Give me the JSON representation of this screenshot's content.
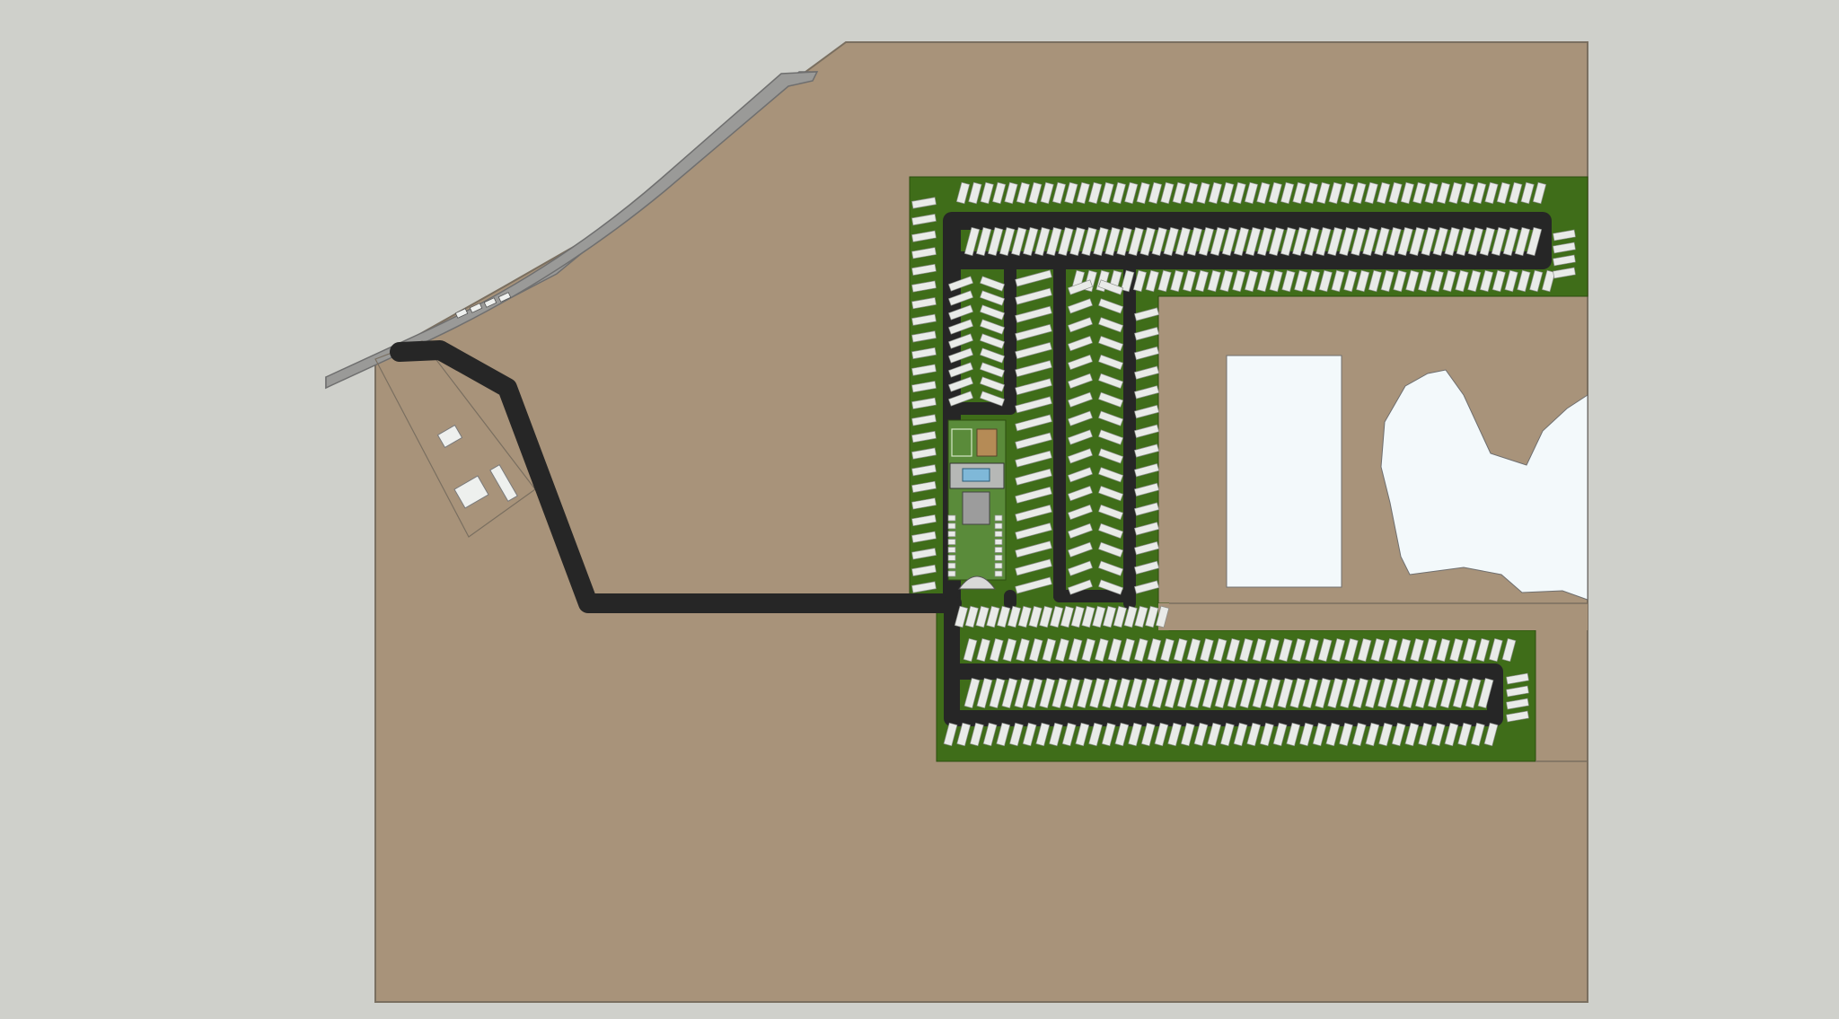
{
  "plan": {
    "colors": {
      "background": "#cfd0cb",
      "land": "#a8937a",
      "land_edge": "#7a6f60",
      "grass": "#3f6d19",
      "road": "#262626",
      "highway": "#9a9a98",
      "highway_edge": "#6f6f6f",
      "pad": "#e9ebe8",
      "pad_edge": "#8c8f8a",
      "water": "#f3f9fb",
      "amenity_green": "#5a8b3a",
      "pool": "#7fb8d8",
      "court_tan": "#b58b56"
    },
    "counts": {
      "top_row_north_pads": 49,
      "top_row_south_pads": 49,
      "top_row_lower_pads": 39,
      "bottom_row_north_pads": 42,
      "bottom_row_south_pads": 42,
      "bottom_row_lower_pads": 42
    },
    "features": {
      "lot": "main-lot",
      "highway": "highway",
      "entry_road": "entry-road",
      "rv_park": "rv-park",
      "clubhouse": "amenity-center",
      "pond_rect": "pond-rectangular",
      "pond_irregular": "pond-irregular",
      "office_buildings": "office-buildings"
    }
  }
}
